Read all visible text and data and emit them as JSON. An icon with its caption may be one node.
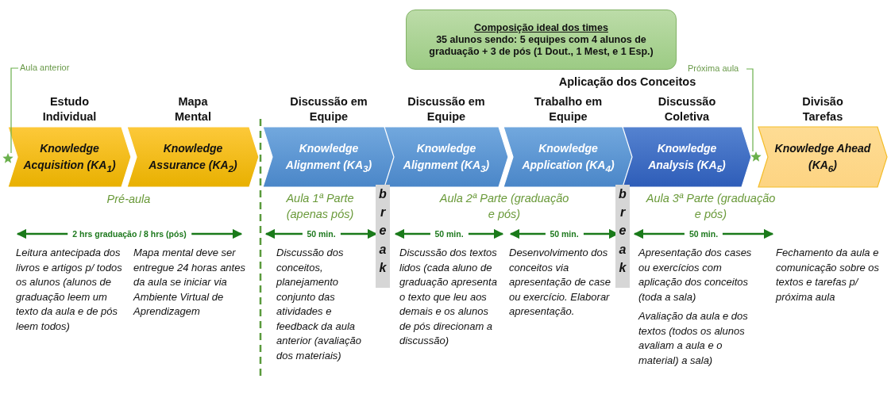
{
  "diagram": {
    "nodes": [
      {
        "text": [
          "Composição ideal dos times",
          "35 alunos sendo: 5 equipes com 4 alunos de graduação + 3 de pós (1 Dout., 1 Mest, e 1 Esp.)"
        ]
      },
      {
        "text": [
          "Aula anterior"
        ]
      },
      {
        "text": [
          "Próxima aula"
        ]
      },
      {
        "text": [],
        "shape": "star"
      },
      {
        "text": [
          "Estudo Individual",
          "Knowledge Acquisition (KA$_{1}$)"
        ]
      },
      {
        "text": [
          "Mapa Mental",
          "Knowledge Assurance (KA$_{2}$)"
        ]
      },
      {
        "text": [
          "Discussão em Equipe",
          "Knowledge Alignment (KA$_{3}$)"
        ]
      },
      {
        "text": [
          "Discussão em Equipe",
          "Knowledge Alignment (KA$_{3}$)"
        ]
      },
      {
        "text": [
          "Trabalho em Equipe",
          "Knowledge Application (KA$_{4}$)"
        ]
      },
      {
        "text": [
          "Discussão Coletiva",
          "Knowledge Analysis (KA$_{5}$)"
        ]
      },
      {
        "text": [],
        "shape": "star"
      },
      {
        "text": [
          "Divisão Tarefas",
          "Knowledge Ahead (KA$_{6}$)"
        ]
      },
      {
        "text": [
          "break"
        ]
      },
      {
        "text": [
          "break"
        ]
      }
    ],
    "edges": [
      {
        "from": 1,
        "to": 3,
        "arrow": "none"
      },
      {
        "from": 2,
        "to": 10,
        "arrow": "none"
      }
    ],
    "labels": [
      "Aplicação dos Conceitos",
      "Pré-aula",
      "Aula 1ª Parte (apenas pós)",
      "Aula 2ª Parte (graduação e pós)",
      "Aula 3ª Parte (graduação e pós)",
      "2 hrs graduação / 8 hrs (pós)",
      "50 min.",
      "50 min.",
      "50 min.",
      "50 min.",
      "Leitura antecipada dos livros e artigos p/ todos os alunos (alunos de graduação leem um texto da aula e de pós leem todos)",
      "Mapa mental deve ser entregue 24 horas antes da aula se iniciar via Ambiente Virtual de Aprendizagem",
      "Discussão dos conceitos, planejamento conjunto das atividades e feedback da aula anterior (avaliação dos materiais)",
      "Discussão dos textos lidos (cada aluno de graduação apresenta o texto que leu aos demais e os alunos de pós direcionam a discussão)",
      "Desenvolvimento dos conceitos via apresentação de case ou exercício. Elaborar apresentação.",
      "Apresentação dos cases ou exercícios com aplicação dos conceitos (toda a sala)",
      "Avaliação da aula e dos textos (todos os alunos avaliam a aula e o material) a sala)",
      "Fechamento da aula e comunicação sobre os textos e tarefas p/ próxima aula"
    ]
  }
}
